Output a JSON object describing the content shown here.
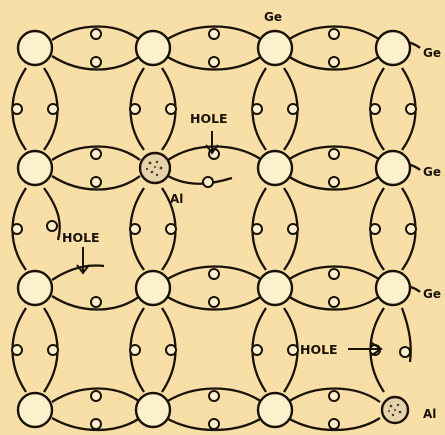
{
  "labels": {
    "top": "Ge",
    "row1": "Ge",
    "row2": "Ge",
    "row3": "Ge",
    "row4": "Al",
    "dopant_center": "Al"
  },
  "holes": [
    {
      "id": "hole-1",
      "text": "HOLE"
    },
    {
      "id": "hole-2",
      "text": "HOLE"
    },
    {
      "id": "hole-3",
      "text": "HOLE"
    }
  ],
  "colors": {
    "background": "#f7dfa7",
    "ink": "#1a1208",
    "atom_fill": "#fdf0cc"
  }
}
